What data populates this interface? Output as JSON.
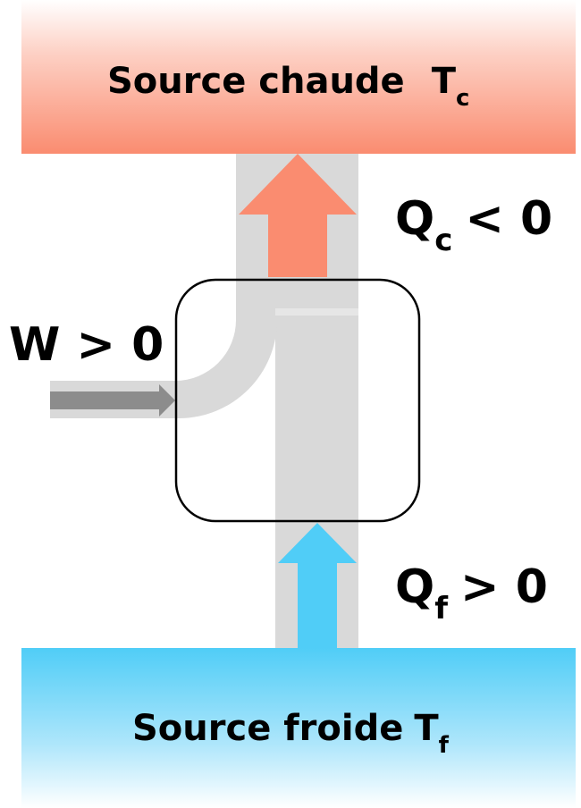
{
  "hot_source": {
    "label": "Source chaude",
    "symbol": "T",
    "subscript": "c"
  },
  "cold_source": {
    "label": "Source froide",
    "symbol": "T",
    "subscript": "f"
  },
  "heat_hot": {
    "symbol": "Q",
    "subscript": "c",
    "relation": "< 0"
  },
  "heat_cold": {
    "symbol": "Q",
    "subscript": "f",
    "relation": "> 0"
  },
  "work": {
    "text": "W > 0"
  },
  "colors": {
    "hot": "#fa8c70",
    "cold": "#50cdf7",
    "flow": "#d9d9d9",
    "work_arrow": "#8c8c8c",
    "machine_border": "#000000"
  }
}
